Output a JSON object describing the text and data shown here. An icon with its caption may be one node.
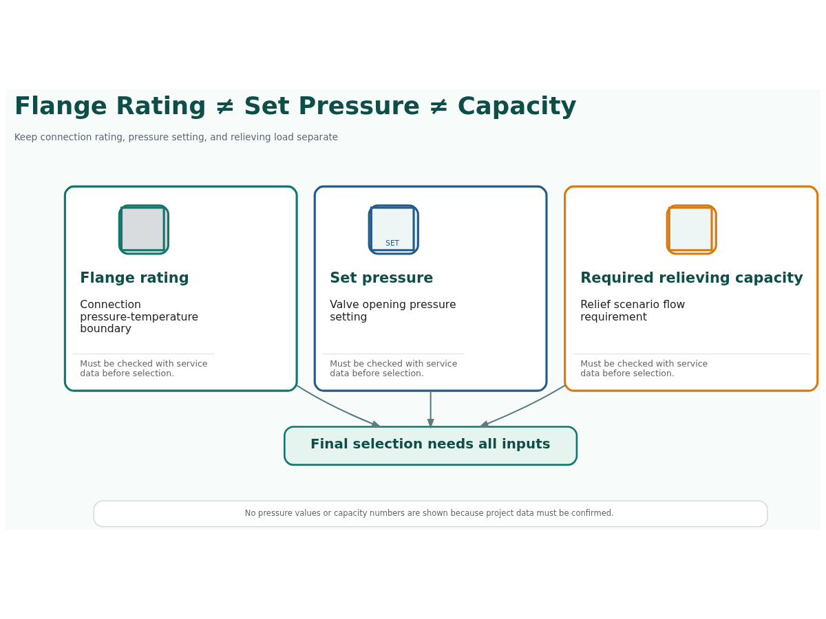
{
  "diagram": {
    "title": "Flange Rating ≠ Set Pressure ≠ Capacity",
    "nodes": [
      {
        "text": [
          "Flange rating",
          "Connection pressure-temperature boundary",
          "Must be checked with service data before selection."
        ]
      },
      {
        "text": [
          "SET",
          "Set pressure",
          "Valve opening pressure setting",
          "Must be checked with service data before selection."
        ]
      },
      {
        "text": [
          "Required relieving capacity",
          "Relief scenario flow requirement",
          "Must be checked with service data before selection."
        ]
      },
      {
        "text": [
          "Final selection needs all inputs"
        ]
      },
      {
        "text": [
          "No pressure values or capacity numbers are shown because project data must be confirmed."
        ]
      }
    ],
    "edges": [
      {
        "from": 0,
        "to": 3,
        "arrow": "to"
      },
      {
        "from": 1,
        "to": 3,
        "arrow": "to"
      },
      {
        "from": 2,
        "to": 3,
        "arrow": "to"
      }
    ],
    "labels": [
      "Keep connection rating, pressure setting, and relieving load separate"
    ]
  }
}
